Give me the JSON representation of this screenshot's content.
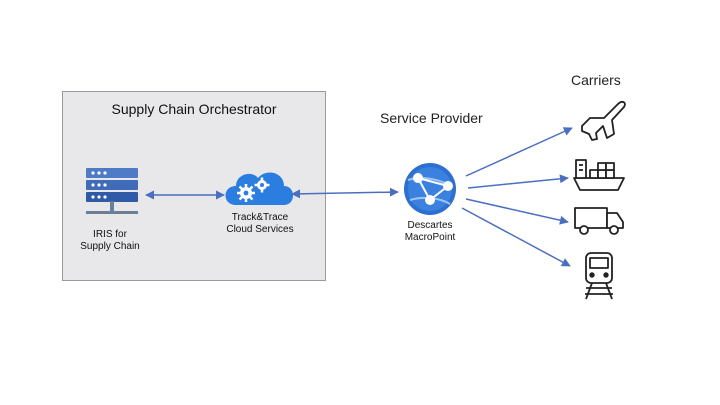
{
  "orchestrator": {
    "title": "Supply Chain Orchestrator"
  },
  "iris": {
    "line1": "IRIS for",
    "line2": "Supply Chain",
    "icon": "server-rack-icon"
  },
  "tracktrace": {
    "line1": "Track&Trace",
    "line2": "Cloud Services",
    "icon": "cloud-gears-icon"
  },
  "provider": {
    "heading": "Service Provider",
    "line1": "Descartes",
    "line2": "MacroPoint",
    "icon": "network-globe-icon"
  },
  "carriers": {
    "heading": "Carriers",
    "icons": [
      "airplane-icon",
      "cargo-ship-icon",
      "truck-icon",
      "train-icon"
    ]
  },
  "colors": {
    "box_fill": "#e8e7e9",
    "accent_blue": "#3a6fc2",
    "icon_dark_blue": "#2f5aa8",
    "cloud_blue": "#2b7de0",
    "line_blue": "#4a6fc0"
  }
}
